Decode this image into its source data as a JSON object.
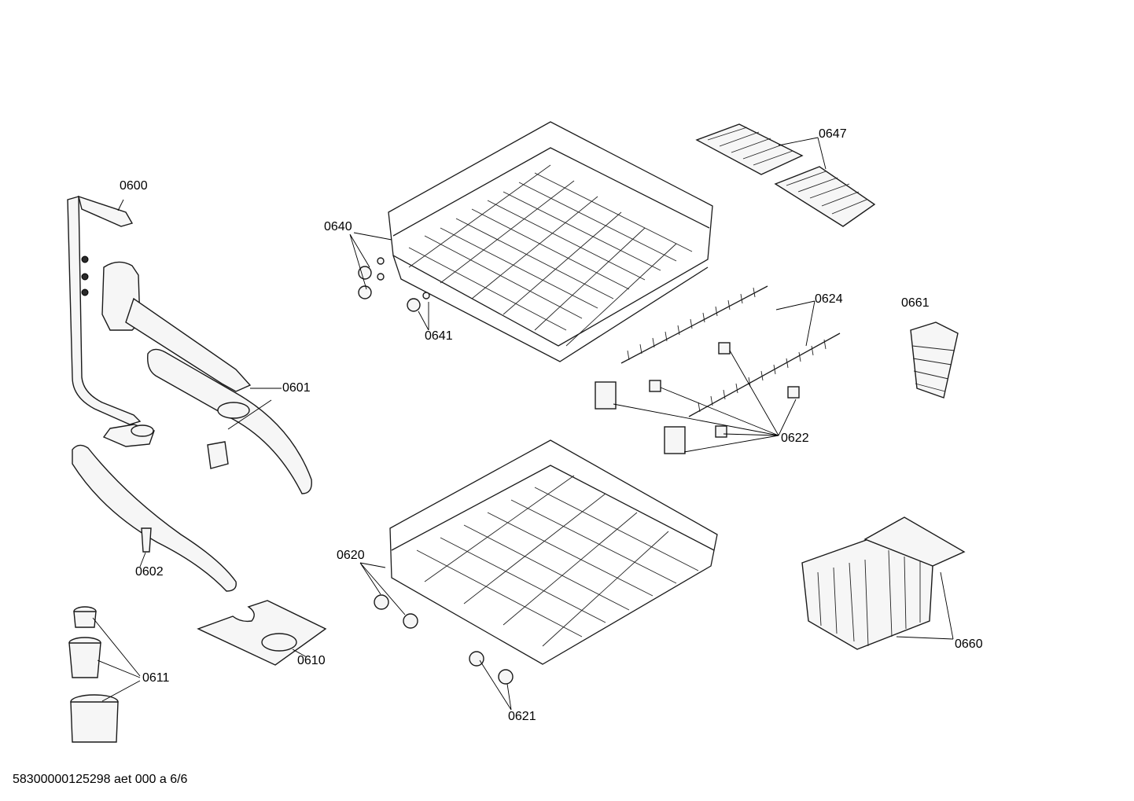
{
  "labels": {
    "p0600": "0600",
    "p0601": "0601",
    "p0602": "0602",
    "p0610": "0610",
    "p0611": "0611",
    "p0620": "0620",
    "p0621": "0621",
    "p0622": "0622",
    "p0624": "0624",
    "p0640": "0640",
    "p0641": "0641",
    "p0647": "0647",
    "p0660": "0660",
    "p0661": "0661"
  },
  "footer": "58300000125298 aet 000 a 6/6"
}
